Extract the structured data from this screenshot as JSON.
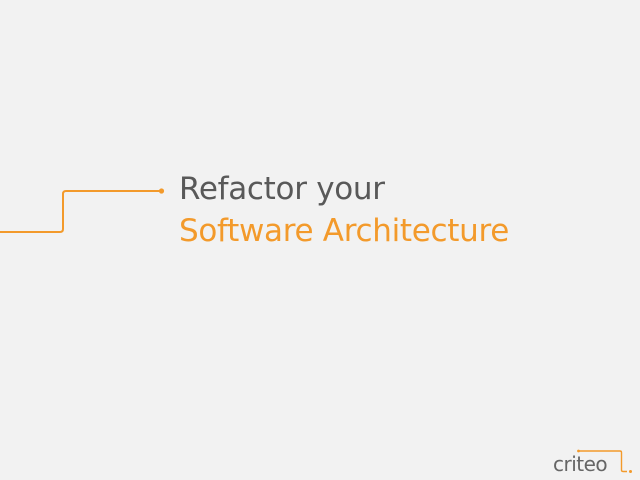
{
  "slide": {
    "title_line_1": "Refactor your",
    "title_line_2": "Software Architecture"
  },
  "logo": {
    "text": "criteo"
  },
  "colors": {
    "background": "#f2f2f2",
    "accent_orange": "#f39a2b",
    "title_gray": "#595959",
    "logo_gray": "#666666"
  },
  "decorations": {
    "connector_line": "orange-step-line-icon",
    "connector_endpoint": "dot-icon"
  }
}
